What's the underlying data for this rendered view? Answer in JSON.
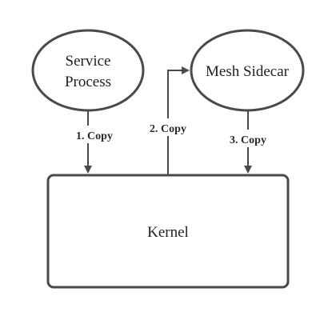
{
  "diagram": {
    "nodes": {
      "service_process": {
        "line1": "Service",
        "line2": "Process"
      },
      "mesh_sidecar": {
        "label": "Mesh Sidecar"
      },
      "kernel": {
        "label": "Kernel"
      }
    },
    "edges": {
      "copy1": {
        "label": "1. Copy"
      },
      "copy2": {
        "label": "2. Copy"
      },
      "copy3": {
        "label": "3. Copy"
      }
    },
    "colors": {
      "stroke": "#4a4a4a",
      "text": "#1f1f1f",
      "background": "#ffffff"
    }
  }
}
